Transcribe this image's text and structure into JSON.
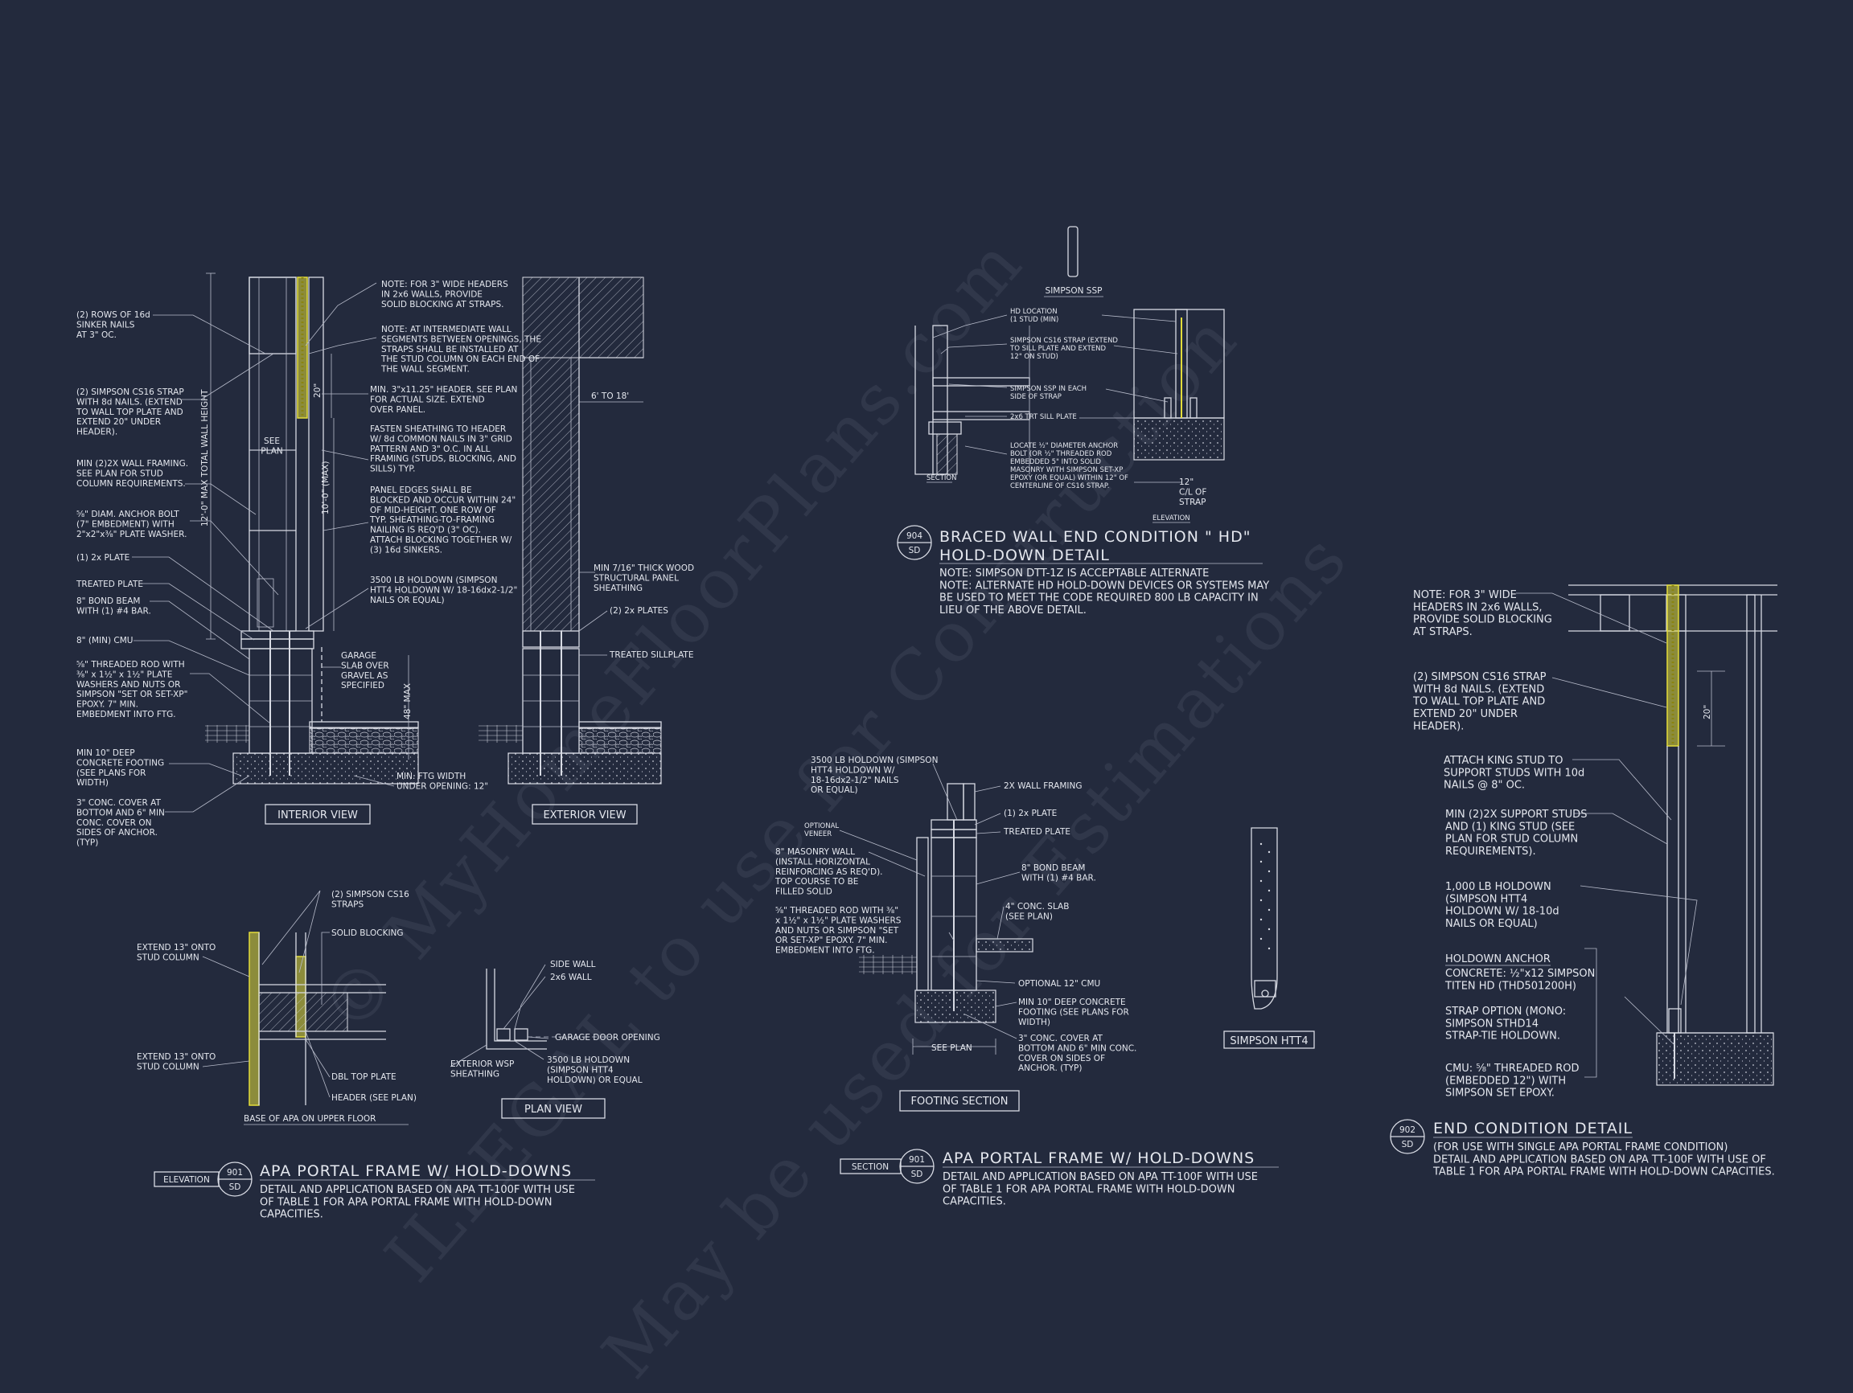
{
  "watermark": {
    "line1": "© MyHomeFloorPlans.com",
    "line2": "ILLEGAL to use for Construction",
    "line3": "May be used for Estimations"
  },
  "detail_901_elev": {
    "callouts": [
      "(2) ROWS OF 16d\nSINKER NAILS\nAT 3\" OC.",
      "(2) SIMPSON CS16 STRAP\nWITH 8d NAILS. (EXTEND\nTO WALL TOP PLATE AND\nEXTEND 20\" UNDER\nHEADER).",
      "MIN (2)2X WALL FRAMING.\nSEE PLAN FOR STUD\nCOLUMN REQUIREMENTS.",
      "⅝\" DIAM. ANCHOR BOLT\n(7\" EMBEDMENT) WITH\n2\"x2\"x⅜\" PLATE WASHER.",
      "(1) 2x PLATE",
      "TREATED PLATE",
      "8\" BOND BEAM\nWITH (1) #4 BAR.",
      "8\" (MIN) CMU",
      "⅝\" THREADED ROD WITH\n⅜\" x 1½\" x 1½\" PLATE\nWASHERS AND NUTS OR\nSIMPSON \"SET OR SET-XP\"\nEPOXY. 7\" MIN.\nEMBEDMENT INTO FTG.",
      "MIN 10\" DEEP\nCONCRETE FOOTING\n(SEE PLANS FOR\nWIDTH)",
      "3\" CONC. COVER AT\nBOTTOM AND 6\" MIN\nCONC. COVER ON\nSIDES OF ANCHOR.\n(TYP)"
    ],
    "notes": [
      "NOTE: FOR 3\" WIDE HEADERS\nIN 2x6 WALLS, PROVIDE\nSOLID BLOCKING AT STRAPS.",
      "NOTE: AT INTERMEDIATE WALL\nSEGMENTS BETWEEN OPENINGS, THE\nSTRAPS SHALL BE INSTALLED AT\nTHE STUD COLUMN ON EACH END OF\nTHE WALL SEGMENT.",
      "MIN. 3\"x11.25\" HEADER. SEE PLAN\nFOR ACTUAL SIZE. EXTEND\nOVER PANEL.",
      "FASTEN SHEATHING TO HEADER\nW/ 8d COMMON NAILS IN 3\" GRID\nPATTERN AND 3\" O.C. IN ALL\nFRAMING (STUDS, BLOCKING, AND\nSILLS) TYP.",
      "PANEL EDGES SHALL BE\nBLOCKED AND OCCUR WITHIN 24\"\nOF MID-HEIGHT. ONE ROW OF\nTYP. SHEATHING-TO-FRAMING\nNAILING IS REQ'D (3\" OC).\nATTACH BLOCKING TOGETHER W/\n(3) 16d SINKERS.",
      "3500 LB HOLDOWN (SIMPSON\nHTT4 HOLDOWN W/ 18-16dx2-1/2\"\nNAILS OR EQUAL)",
      "GARAGE\nSLAB OVER\nGRAVEL AS\nSPECIFIED",
      "MIN. FTG WIDTH\nUNDER OPENING: 12\"",
      "MIN 7/16\" THICK WOOD\nSTRUCTURAL PANEL\nSHEATHING",
      "(2) 2x PLATES",
      "TREATED SILLPLATE"
    ],
    "dims": {
      "total": "12'-0\" MAX TOTAL WALL HEIGHT",
      "twenty": "20\"",
      "ten": "10'-0\" (MAX)",
      "see_plan": "SEE\nPLAN",
      "six_eighteen": "6' TO 18'",
      "forty_eight": "48\" MAX"
    },
    "view_labels": [
      "INTERIOR VIEW",
      "EXTERIOR VIEW"
    ]
  },
  "detail_base": {
    "callouts": [
      "(2) SIMPSON CS16\nSTRAPS",
      "SOLID BLOCKING",
      "EXTEND 13\" ONTO\nSTUD COLUMN",
      "EXTEND 13\" ONTO\nSTUD COLUMN",
      "DBL TOP PLATE",
      "HEADER (SEE PLAN)"
    ],
    "caption": "BASE OF APA ON UPPER FLOOR"
  },
  "detail_plan": {
    "callouts": [
      "SIDE WALL",
      "2x6 WALL",
      "GARAGE DOOR OPENING",
      "EXTERIOR WSP\nSHEATHING",
      "3500 LB HOLDOWN\n(SIMPSON HTT4\nHOLDOWN) OR EQUAL"
    ],
    "caption": "PLAN VIEW"
  },
  "title_901a": {
    "tag": "ELEVATION",
    "num": "901",
    "sheet": "SD",
    "title": "APA PORTAL FRAME W/ HOLD-DOWNS",
    "desc": "DETAIL AND APPLICATION BASED ON APA TT-100F WITH USE\nOF TABLE 1 FOR APA PORTAL FRAME WITH HOLD-DOWN\nCAPACITIES."
  },
  "detail_904": {
    "ssp_label": "SIMPSON SSP",
    "callouts": [
      "HD LOCATION\n(1 STUD (MIN)",
      "SIMPSON CS16 STRAP (EXTEND\nTO SILL PLATE AND EXTEND\n12\" ON STUD)",
      "SIMPSON SSP IN EACH\nSIDE OF STRAP",
      "2x6 TRT SILL PLATE",
      "LOCATE ½\" DIAMETER ANCHOR\nBOLT (OR ½\" THREADED ROD\nEMBEDDED 5\" INTO SOLID\nMASONRY WITH SIMPSON SET-XP\nEPOXY (OR EQUAL) WITHIN 12\" OF\nCENTERLINE OF CS16 STRAP."
    ],
    "section_label": "SECTION",
    "elev_label": "ELEVATION",
    "dim": "12\"\nC/L OF\nSTRAP",
    "num": "904",
    "sheet": "SD",
    "title1": "BRACED WALL END CONDITION \" HD\"",
    "title2": "HOLD-DOWN DETAIL",
    "desc": "NOTE: SIMPSON DTT-1Z IS ACCEPTABLE ALTERNATE\nNOTE: ALTERNATE HD HOLD-DOWN DEVICES OR SYSTEMS MAY\nBE USED TO MEET THE CODE REQUIRED 800 LB CAPACITY IN\nLIEU OF THE ABOVE DETAIL."
  },
  "detail_footing": {
    "callouts": [
      "3500 LB HOLDOWN (SIMPSON\nHTT4 HOLDOWN W/\n18-16dx2-1/2\" NAILS\nOR EQUAL)",
      "2X WALL FRAMING",
      "(1) 2x PLATE",
      "TREATED PLATE",
      "OPTIONAL\nVENEER",
      "8\" MASONRY WALL\n(INSTALL HORIZONTAL\nREINFORCING AS REQ'D).\nTOP COURSE TO BE\nFILLED SOLID",
      "8\" BOND BEAM\nWITH (1) #4 BAR.",
      "4\" CONC. SLAB\n(SEE PLAN)",
      "⅝\" THREADED ROD WITH ⅜\"\nx 1½\" x 1½\" PLATE WASHERS\nAND NUTS OR SIMPSON \"SET\nOR SET-XP\" EPOXY. 7\" MIN.\nEMBEDMENT INTO FTG.",
      "OPTIONAL 12\" CMU",
      "MIN 10\" DEEP CONCRETE\nFOOTING (SEE PLANS FOR\nWIDTH)",
      "3\" CONC. COVER AT\nBOTTOM AND 6\" MIN CONC.\nCOVER ON SIDES OF\nANCHOR. (TYP)"
    ],
    "see_plan": "SEE PLAN",
    "caption": "FOOTING SECTION"
  },
  "htt4_label": "SIMPSON HTT4",
  "title_901b": {
    "tag": "SECTION",
    "num": "901",
    "sheet": "SD",
    "title": "APA PORTAL FRAME W/ HOLD-DOWNS",
    "desc": "DETAIL AND APPLICATION BASED ON APA TT-100F WITH USE\nOF TABLE 1 FOR APA PORTAL FRAME WITH HOLD-DOWN\nCAPACITIES."
  },
  "detail_902": {
    "callouts": [
      "NOTE: FOR 3\" WIDE\nHEADERS IN 2x6 WALLS,\nPROVIDE SOLID BLOCKING\nAT STRAPS.",
      "(2) SIMPSON CS16 STRAP\nWITH 8d NAILS. (EXTEND\nTO WALL TOP PLATE AND\nEXTEND 20\" UNDER\nHEADER).",
      "ATTACH KING STUD TO\nSUPPORT STUDS WITH 10d\nNAILS @ 8\" OC.",
      "MIN (2)2X SUPPORT STUDS\nAND (1) KING STUD (SEE\nPLAN FOR STUD COLUMN\nREQUIREMENTS).",
      "1,000 LB HOLDOWN\n(SIMPSON HTT4\nHOLDOWN W/ 18-10d\nNAILS OR EQUAL)"
    ],
    "anchor_head": "HOLDOWN ANCHOR",
    "anchor_items": [
      "CONCRETE: ½\"x12 SIMPSON\nTITEN HD (THD501200H)",
      "STRAP OPTION (MONO:\nSIMPSON STHD14\nSTRAP-TIE HOLDOWN.",
      "CMU: ⅝\" THREADED ROD\n(EMBEDDED 12\") WITH\nSIMPSON SET EPOXY."
    ],
    "dim": "20\"",
    "num": "902",
    "sheet": "SD",
    "title": "END CONDITION DETAIL",
    "desc": "(FOR USE WITH SINGLE APA PORTAL FRAME CONDITION)\nDETAIL AND APPLICATION BASED ON APA TT-100F WITH USE OF\nTABLE 1 FOR APA PORTAL FRAME WITH HOLD-DOWN CAPACITIES."
  }
}
